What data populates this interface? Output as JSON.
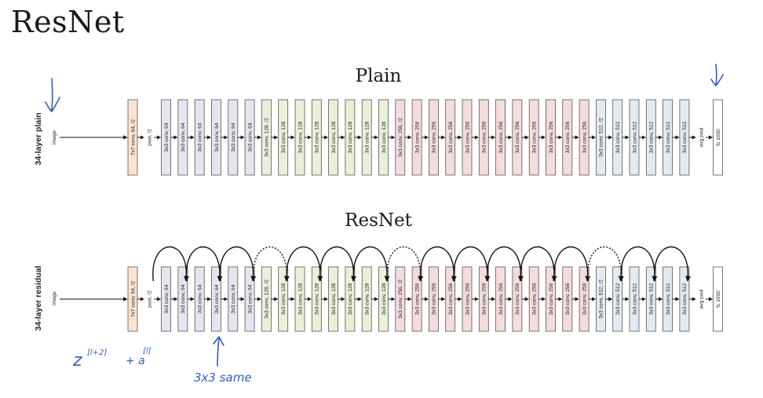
{
  "title": "ResNet",
  "plain": {
    "heading": "Plain",
    "side_label": "34-layer plain",
    "input_label": "image"
  },
  "resnet": {
    "heading": "ResNet",
    "side_label": "34-layer residual",
    "input_label": "image"
  },
  "layers": [
    {
      "label": "7x7 conv, 64, /2",
      "color": "#fbe3d2"
    },
    {
      "label": "pool, /2",
      "color": "none"
    },
    {
      "label": "3x3 conv, 64",
      "color": "#e6e4f1"
    },
    {
      "label": "3x3 conv, 64",
      "color": "#e6e4f1"
    },
    {
      "label": "3x3 conv, 64",
      "color": "#e6e4f1"
    },
    {
      "label": "3x3 conv, 64",
      "color": "#e6e4f1"
    },
    {
      "label": "3x3 conv, 64",
      "color": "#e6e4f1"
    },
    {
      "label": "3x3 conv, 64",
      "color": "#e6e4f1"
    },
    {
      "label": "3x3 conv, 128, /2",
      "color": "#e8f1d8"
    },
    {
      "label": "3x3 conv, 128",
      "color": "#e8f1d8"
    },
    {
      "label": "3x3 conv, 128",
      "color": "#e8f1d8"
    },
    {
      "label": "3x3 conv, 128",
      "color": "#e8f1d8"
    },
    {
      "label": "3x3 conv, 128",
      "color": "#e8f1d8"
    },
    {
      "label": "3x3 conv, 128",
      "color": "#e8f1d8"
    },
    {
      "label": "3x3 conv, 128",
      "color": "#e8f1d8"
    },
    {
      "label": "3x3 conv, 128",
      "color": "#e8f1d8"
    },
    {
      "label": "3x3 conv, 256, /2",
      "color": "#f4dcdc"
    },
    {
      "label": "3x3 conv, 256",
      "color": "#f4dcdc"
    },
    {
      "label": "3x3 conv, 256",
      "color": "#f4dcdc"
    },
    {
      "label": "3x3 conv, 256",
      "color": "#f4dcdc"
    },
    {
      "label": "3x3 conv, 256",
      "color": "#f4dcdc"
    },
    {
      "label": "3x3 conv, 256",
      "color": "#f4dcdc"
    },
    {
      "label": "3x3 conv, 256",
      "color": "#f4dcdc"
    },
    {
      "label": "3x3 conv, 256",
      "color": "#f4dcdc"
    },
    {
      "label": "3x3 conv, 256",
      "color": "#f4dcdc"
    },
    {
      "label": "3x3 conv, 256",
      "color": "#f4dcdc"
    },
    {
      "label": "3x3 conv, 256",
      "color": "#f4dcdc"
    },
    {
      "label": "3x3 conv, 256",
      "color": "#f4dcdc"
    },
    {
      "label": "3x3 conv, 512, /2",
      "color": "#e2eaf2"
    },
    {
      "label": "3x3 conv, 512",
      "color": "#e2eaf2"
    },
    {
      "label": "3x3 conv, 512",
      "color": "#e2eaf2"
    },
    {
      "label": "3x3 conv, 512",
      "color": "#e2eaf2"
    },
    {
      "label": "3x3 conv, 512",
      "color": "#e2eaf2"
    },
    {
      "label": "3x3 conv, 512",
      "color": "#e2eaf2"
    },
    {
      "label": "avg pool",
      "color": "none"
    },
    {
      "label": "fc 1000",
      "color": "#ffffff"
    }
  ],
  "skip_connections": [
    {
      "dotted": false
    },
    {
      "dotted": false
    },
    {
      "dotted": false
    },
    {
      "dotted": true
    },
    {
      "dotted": false
    },
    {
      "dotted": false
    },
    {
      "dotted": false
    },
    {
      "dotted": true
    },
    {
      "dotted": false
    },
    {
      "dotted": false
    },
    {
      "dotted": false
    },
    {
      "dotted": false
    },
    {
      "dotted": false
    },
    {
      "dotted": true
    },
    {
      "dotted": false
    },
    {
      "dotted": false
    }
  ],
  "annotations": {
    "formula_main": "z",
    "formula_sup1": "[l+2]",
    "formula_plus": "+ a",
    "formula_sup2": "[l]",
    "note": "3x3 same"
  },
  "colors": {
    "conv64": "#e6e4f1",
    "conv128": "#e8f1d8",
    "conv256": "#f4dcdc",
    "conv512": "#e2eaf2",
    "conv7x7": "#fbe3d2",
    "handwriting": "#2f5fbf"
  }
}
